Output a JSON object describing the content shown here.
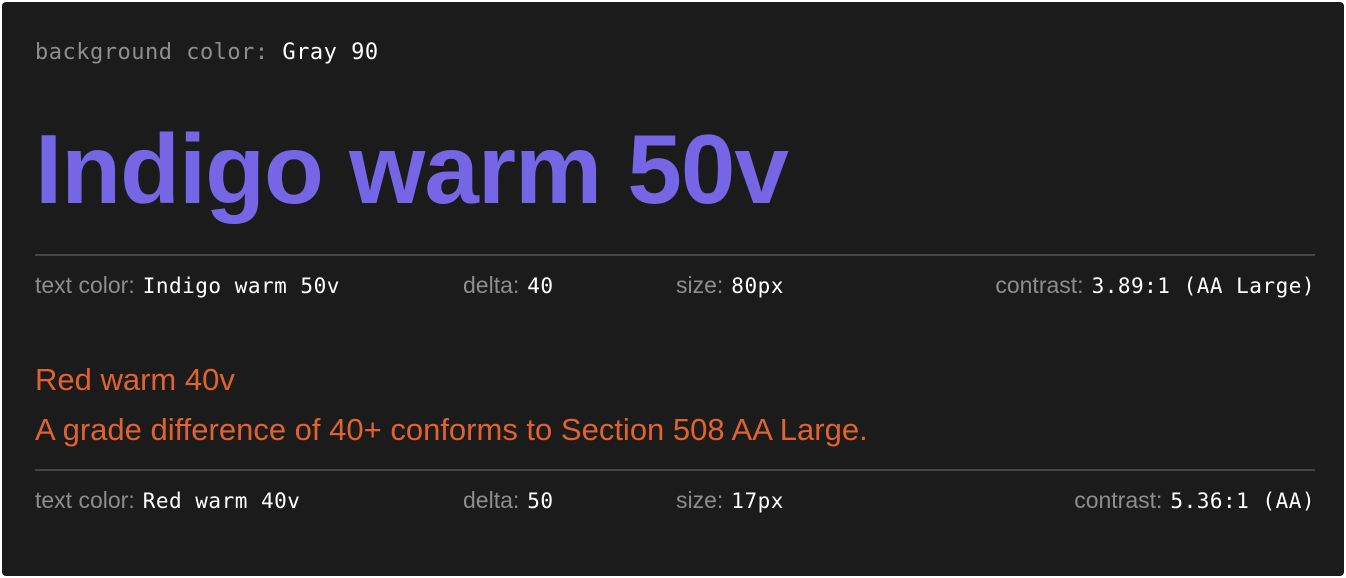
{
  "background": {
    "label": "background color:",
    "value": "Gray 90",
    "hex": "#1b1b1b"
  },
  "colors": {
    "indigo_warm_50v": "#7665e5",
    "red_warm_40v": "#e0622f",
    "label_gray": "#8d8d8d",
    "rule_gray": "#454545"
  },
  "primary": {
    "sample_text": "Indigo warm 50v",
    "meta": {
      "text_color_label": "text color:",
      "text_color_value": "Indigo warm 50v",
      "delta_label": "delta:",
      "delta_value": "40",
      "size_label": "size:",
      "size_value": "80px",
      "contrast_label": "contrast:",
      "contrast_value": "3.89:1 (AA Large)"
    }
  },
  "secondary": {
    "title": "Red warm 40v",
    "description": "A grade difference of 40+ conforms to Section 508 AA Large.",
    "meta": {
      "text_color_label": "text color:",
      "text_color_value": "Red warm 40v",
      "delta_label": "delta:",
      "delta_value": "50",
      "size_label": "size:",
      "size_value": "17px",
      "contrast_label": "contrast:",
      "contrast_value": "5.36:1 (AA)"
    }
  }
}
